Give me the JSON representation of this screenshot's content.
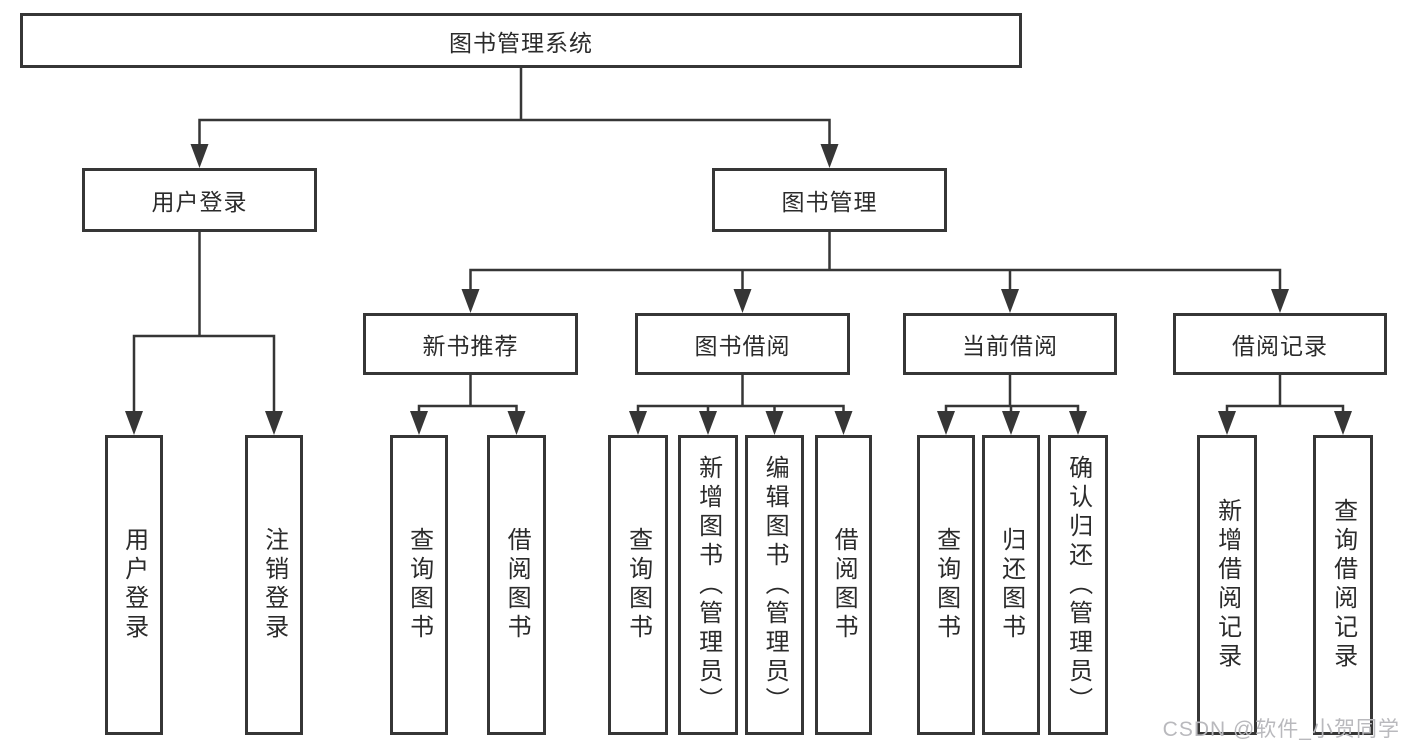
{
  "tree": {
    "label": "图书管理系统",
    "children": [
      {
        "label": "用户登录",
        "children": [
          {
            "label": "用户登录"
          },
          {
            "label": "注销登录"
          }
        ]
      },
      {
        "label": "图书管理",
        "children": [
          {
            "label": "新书推荐",
            "children": [
              {
                "label": "查询图书"
              },
              {
                "label": "借阅图书"
              }
            ]
          },
          {
            "label": "图书借阅",
            "children": [
              {
                "label": "查询图书"
              },
              {
                "label": "新增图书（管理员）"
              },
              {
                "label": "编辑图书（管理员）"
              },
              {
                "label": "借阅图书"
              }
            ]
          },
          {
            "label": "当前借阅",
            "children": [
              {
                "label": "查询图书"
              },
              {
                "label": "归还图书"
              },
              {
                "label": "确认归还（管理员）"
              }
            ]
          },
          {
            "label": "借阅记录",
            "children": [
              {
                "label": "新增借阅记录"
              },
              {
                "label": "查询借阅记录"
              }
            ]
          }
        ]
      }
    ]
  },
  "watermark": {
    "text": "CSDN @软件_小贺同学"
  },
  "colors": {
    "line": "#363636",
    "text": "#2b2b2b",
    "background": "#ffffff",
    "watermark": "#b9b9bd"
  }
}
